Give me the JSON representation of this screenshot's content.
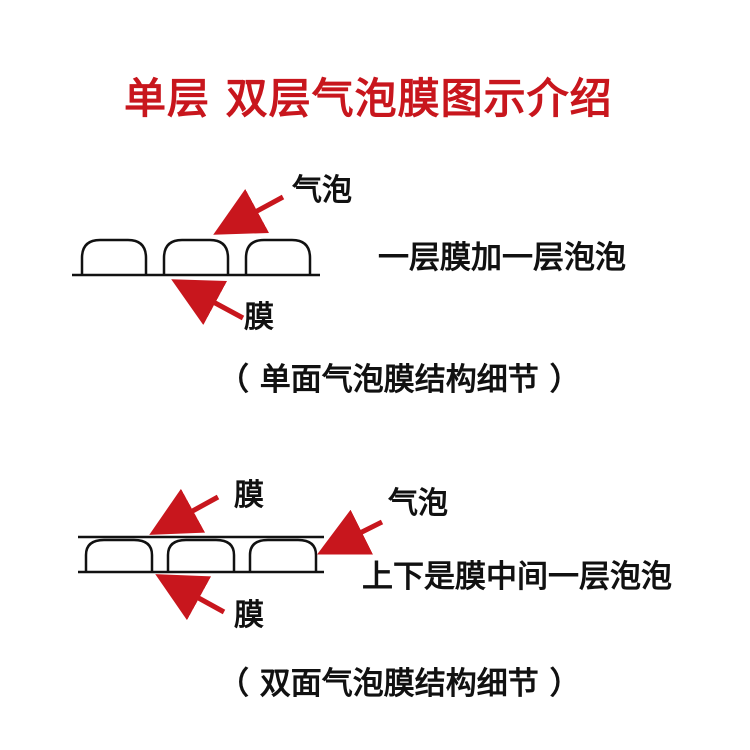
{
  "title": "单层  双层气泡膜图示介绍",
  "colors": {
    "accent": "#c8161d",
    "ink": "#111111",
    "background": "#ffffff"
  },
  "single_layer": {
    "label_bubble": "气泡",
    "label_film": "膜",
    "description": "一层膜加一层泡泡",
    "caption": "（ 单面气泡膜结构细节 ）"
  },
  "double_layer": {
    "label_film_top": "膜",
    "label_bubble": "气泡",
    "label_film_bottom": "膜",
    "description": "上下是膜中间一层泡泡",
    "caption": "（ 双面气泡膜结构细节 ）"
  }
}
